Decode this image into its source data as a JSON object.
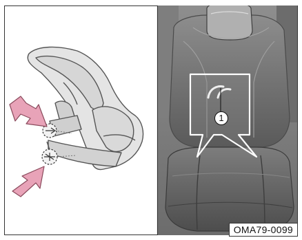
{
  "figure_code": "OMA79-0099",
  "callout_number": "1",
  "colors": {
    "arrow": "#e5a0b4",
    "arrow_stroke": "#8a4a5c",
    "line": "#3a3a3a",
    "seat_dark": "#6a6a6a",
    "seat_mid": "#9a9a9a",
    "seat_light": "#c9c9c9"
  },
  "icons": [
    "pink-arrow-icon",
    "anchor-zoom-circle",
    "isofix-anchor-icon"
  ]
}
